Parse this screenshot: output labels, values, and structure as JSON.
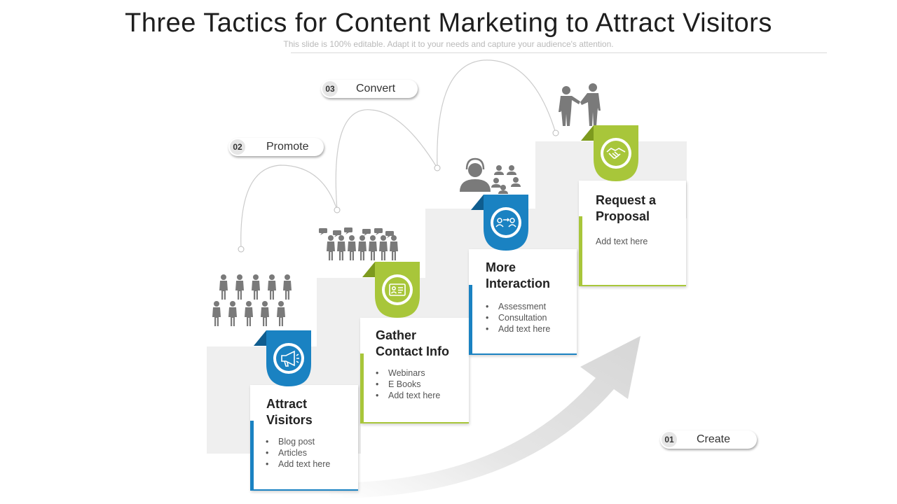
{
  "title": "Three Tactics for Content Marketing to Attract Visitors",
  "subtitle": "This slide is 100% editable. Adapt it to your needs and capture your audience's attention.",
  "colors": {
    "blue": "#1a82c2",
    "blue_dark": "#0f5d8f",
    "green": "#a8c63a",
    "green_dark": "#7d9a1e",
    "gray_icon": "#7a7a7a"
  },
  "labels": [
    {
      "num": "01",
      "text": "Create"
    },
    {
      "num": "02",
      "text": "Promote"
    },
    {
      "num": "03",
      "text": "Convert"
    }
  ],
  "cards": [
    {
      "title_l1": "Attract",
      "title_l2": "Visitors",
      "items": [
        "Blog post",
        "Articles",
        "Add text here"
      ],
      "icon": "megaphone-icon",
      "color": "blue"
    },
    {
      "title_l1": "Gather",
      "title_l2": "Contact Info",
      "items": [
        "Webinars",
        "E Books",
        "Add text here"
      ],
      "icon": "contact-card-icon",
      "color": "green"
    },
    {
      "title_l1": "More",
      "title_l2": "Interaction",
      "items": [
        "Assessment",
        "Consultation",
        "Add text here"
      ],
      "icon": "conversation-icon",
      "color": "blue"
    },
    {
      "title_l1": "Request a",
      "title_l2": "Proposal",
      "text": "Add text here",
      "icon": "handshake-icon",
      "color": "green"
    }
  ]
}
